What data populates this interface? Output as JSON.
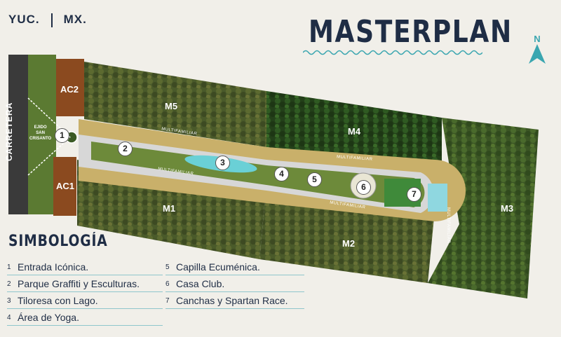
{
  "header": {
    "state": "YUC.",
    "country": "MX.",
    "title": "MASTERPLAN",
    "north": "N"
  },
  "map": {
    "road": "CARRETERA",
    "ejido": "EJIDO\nSAN\nCRISANTO",
    "lots": {
      "ac2": "AC2",
      "ac1": "AC1",
      "m1": "M1",
      "m2": "M2",
      "m3": "M3",
      "m4": "M4",
      "m5": "M5"
    },
    "road_labels": {
      "upper": "MULTIFAMILIAR",
      "lower": "MULTIFAMILIAR",
      "upper_right": "MULTIFAMILIAR",
      "lower_right": "MULTIFAMILIAR",
      "end": "MULTIFAMILIAR"
    },
    "pins": [
      "1",
      "2",
      "3",
      "4",
      "5",
      "6",
      "7"
    ]
  },
  "legend": {
    "title": "SIMBOLOGÍA",
    "left": [
      {
        "num": "1",
        "label": "Entrada Icónica."
      },
      {
        "num": "2",
        "label": "Parque Graffiti y Esculturas."
      },
      {
        "num": "3",
        "label": "Tiloresa con Lago."
      },
      {
        "num": "4",
        "label": "Área de Yoga."
      }
    ],
    "right": [
      {
        "num": "5",
        "label": "Capilla Ecuménica."
      },
      {
        "num": "6",
        "label": "Casa Club."
      },
      {
        "num": "7",
        "label": "Canchas y Spartan Race."
      }
    ]
  },
  "colors": {
    "navy": "#1f2d45",
    "teal": "#3aa6b0",
    "forest": "#3d5a26",
    "forest_dark": "#2a4420",
    "road": "#c9b06a",
    "lot_brown": "#8b4a1f"
  }
}
